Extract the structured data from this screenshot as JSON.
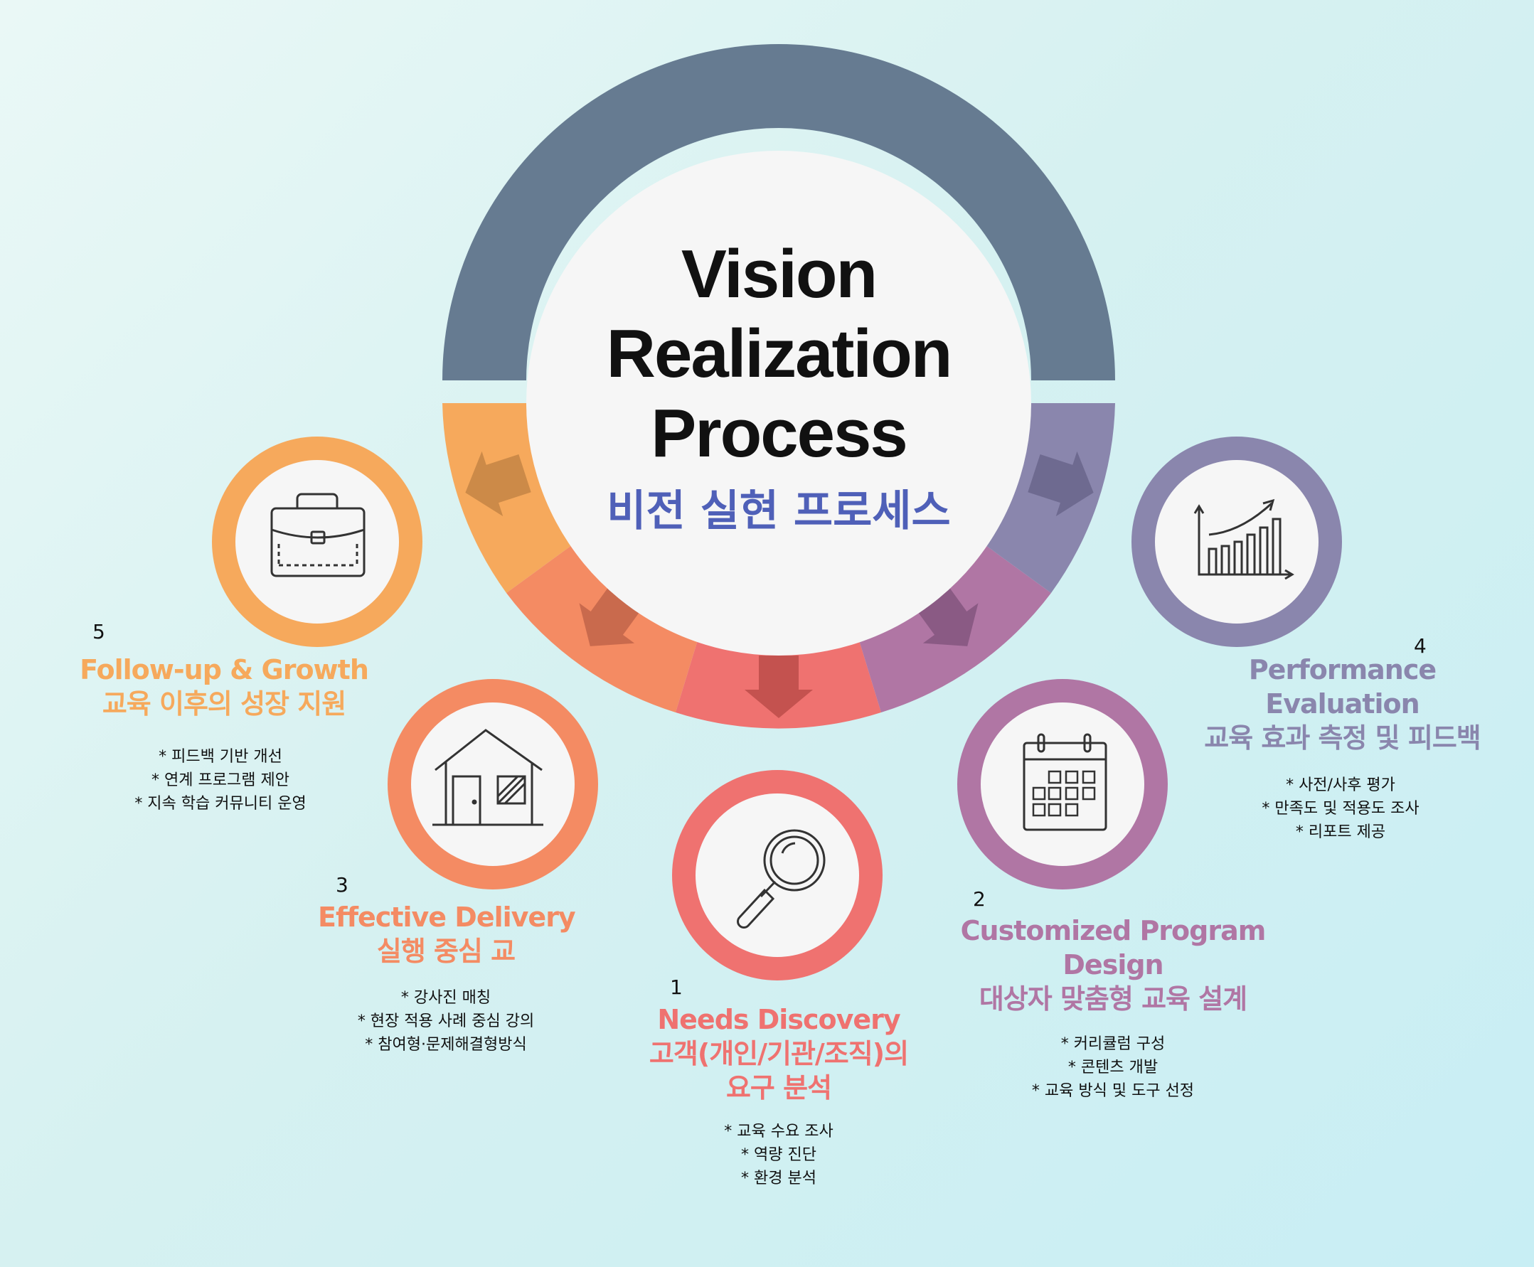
{
  "title": {
    "line1": "Vision",
    "line2": "Realization",
    "line3": "Process",
    "ko": "비전 실현 프로세스"
  },
  "colors": {
    "top_arc": "#667b91",
    "step1": "#ef7270",
    "step2": "#b076a4",
    "step3": "#f48b63",
    "step4": "#8a86ad",
    "step5": "#f6a95c",
    "title_ko": "#4f60b8"
  },
  "steps": [
    {
      "number": "1",
      "title_en": "Needs Discovery",
      "title_ko_1": "고객(개인/기관/조직)의",
      "title_ko_2": "요구 분석",
      "items": [
        "* 교육 수요 조사",
        "* 역량 진단",
        "* 환경 분석"
      ],
      "icon": "magnifier-icon"
    },
    {
      "number": "2",
      "title_en_1": "Customized Program",
      "title_en_2": "Design",
      "title_ko": "대상자 맞춤형 교육 설계",
      "items": [
        "* 커리큘럼 구성",
        "* 콘텐츠 개발",
        "* 교육 방식 및 도구 선정"
      ],
      "icon": "calendar-icon"
    },
    {
      "number": "3",
      "title_en": "Effective Delivery",
      "title_ko": "실행 중심 교",
      "items": [
        "* 강사진 매칭",
        "* 현장 적용 사례 중심 강의",
        "* 참여형·문제해결형방식"
      ],
      "icon": "house-icon"
    },
    {
      "number": "4",
      "title_en_1": "Performance",
      "title_en_2": "Evaluation",
      "title_ko": "교육 효과 측정 및 피드백",
      "items": [
        "* 사전/사후 평가",
        "* 만족도 및 적용도 조사",
        "* 리포트 제공"
      ],
      "icon": "growth-chart-icon"
    },
    {
      "number": "5",
      "title_en": "Follow-up & Growth",
      "title_ko": "교육 이후의 성장 지원",
      "items": [
        "* 피드백 기반 개선",
        "* 연계 프로그램 제안",
        "* 지속 학습 커뮤니티 운영"
      ],
      "icon": "briefcase-icon"
    }
  ]
}
